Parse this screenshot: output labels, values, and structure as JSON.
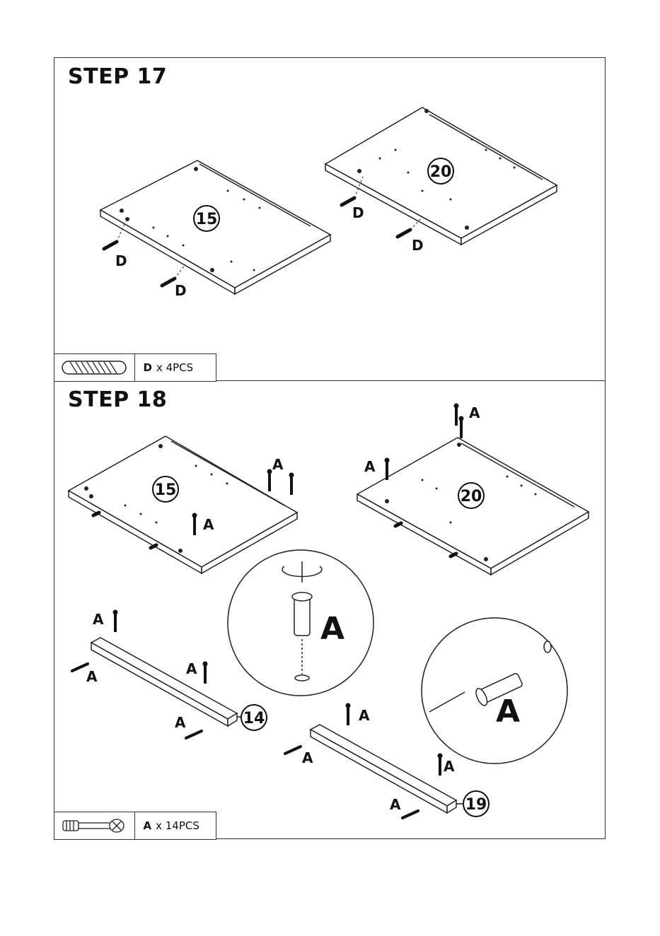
{
  "steps": [
    {
      "title": "STEP 17",
      "part_letter": "D",
      "part_qty": "x 4PCS"
    },
    {
      "title": "STEP 18",
      "part_letter": "A",
      "part_qty": "x 14PCS"
    }
  ],
  "panels": {
    "p15": "15",
    "p20": "20",
    "p14": "14",
    "p19": "19"
  },
  "labels": {
    "d": "D",
    "a": "A"
  }
}
